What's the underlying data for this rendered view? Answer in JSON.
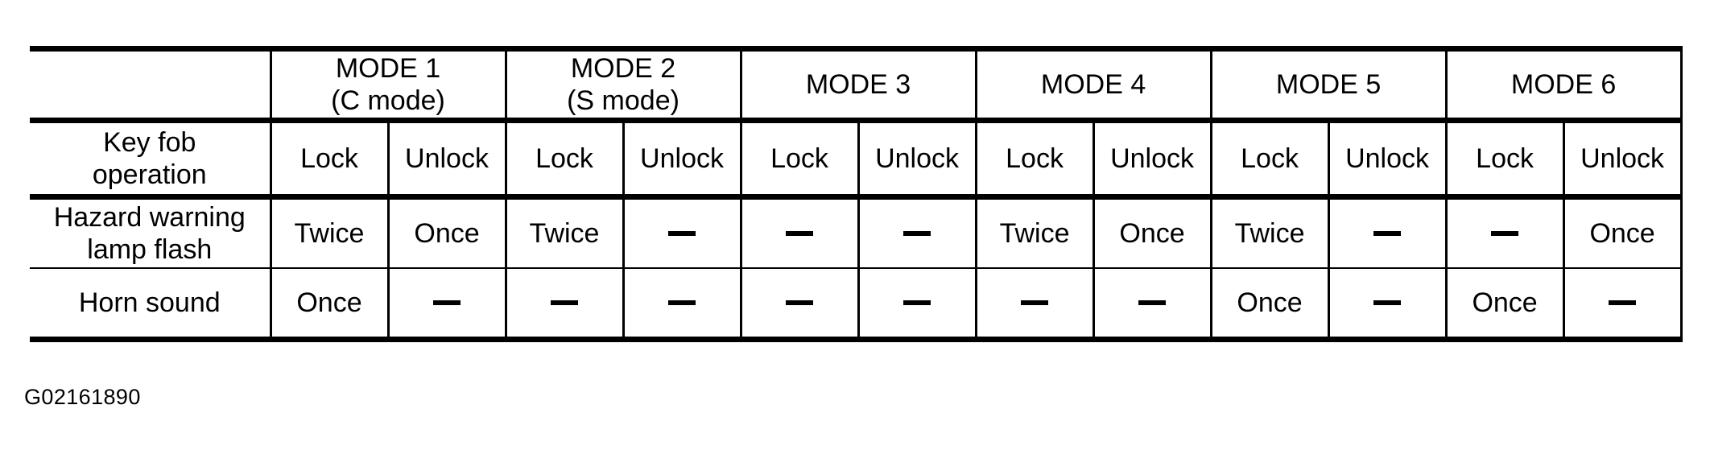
{
  "figure": {
    "caption": "G02161890"
  },
  "table": {
    "corner_label": "",
    "modes": [
      {
        "title": "MODE 1",
        "subtitle": "(C mode)"
      },
      {
        "title": "MODE 2",
        "subtitle": "(S mode)"
      },
      {
        "title": "MODE 3",
        "subtitle": ""
      },
      {
        "title": "MODE 4",
        "subtitle": ""
      },
      {
        "title": "MODE 5",
        "subtitle": ""
      },
      {
        "title": "MODE 6",
        "subtitle": ""
      }
    ],
    "operation_row": {
      "label": "Key fob\noperation",
      "values": [
        "Lock",
        "Unlock",
        "Lock",
        "Unlock",
        "Lock",
        "Unlock",
        "Lock",
        "Unlock",
        "Lock",
        "Unlock",
        "Lock",
        "Unlock"
      ]
    },
    "rows": [
      {
        "label": "Hazard warning\nlamp flash",
        "values": [
          "Twice",
          "Once",
          "Twice",
          "—",
          "—",
          "—",
          "Twice",
          "Once",
          "Twice",
          "—",
          "—",
          "Once"
        ]
      },
      {
        "label": "Horn sound",
        "values": [
          "Once",
          "—",
          "—",
          "—",
          "—",
          "—",
          "—",
          "—",
          "Once",
          "—",
          "Once",
          "—"
        ]
      }
    ]
  },
  "colors": {
    "ink": "#000000",
    "paper": "#ffffff"
  }
}
